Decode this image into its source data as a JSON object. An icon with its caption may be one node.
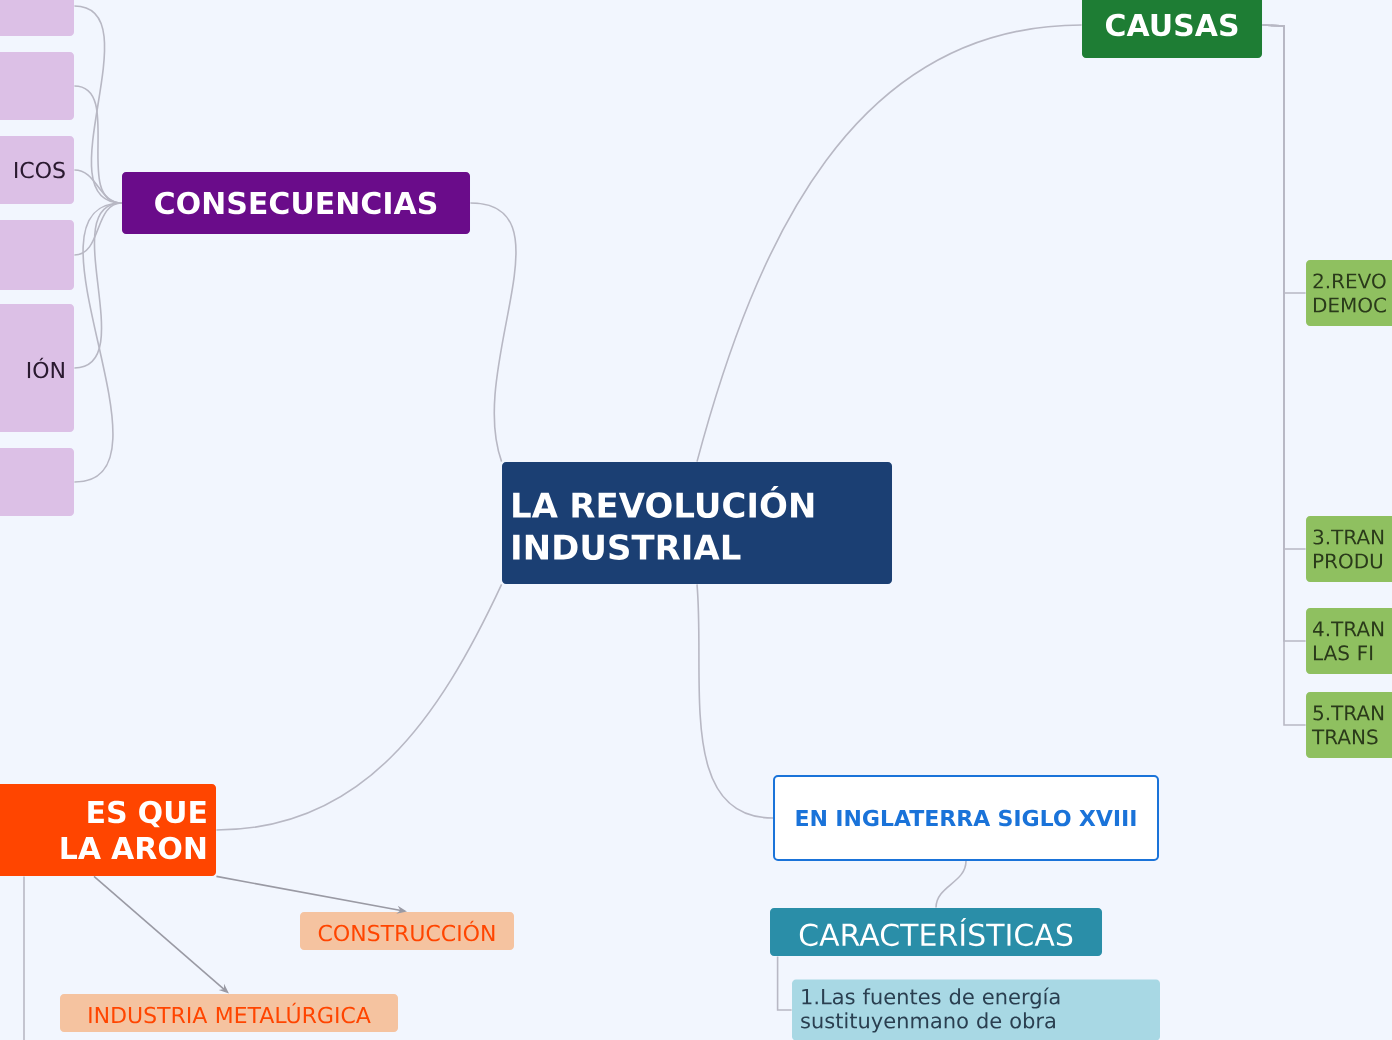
{
  "diagram": {
    "nodes": [
      {
        "text": [
          "CAUSAS"
        ]
      },
      {
        "text": [
          "CONSECUENCIAS"
        ]
      },
      {
        "text": [],
        "shape": "box"
      },
      {
        "text": [],
        "shape": "box"
      },
      {
        "text": [
          "ICOS"
        ]
      },
      {
        "text": [],
        "shape": "box"
      },
      {
        "text": [
          "IÓN"
        ]
      },
      {
        "text": [],
        "shape": "box"
      },
      {
        "text": [
          "2.REVO DEMOC"
        ]
      },
      {
        "text": [
          "LA REVOLUCIÓN INDUSTRIAL"
        ]
      },
      {
        "text": [
          "3.TRAN PRODU"
        ]
      },
      {
        "text": [
          "4.TRAN LAS FI"
        ]
      },
      {
        "text": [
          "5.TRAN TRANS"
        ]
      },
      {
        "text": [
          "EN INGLATERRA SIGLO XVIII"
        ]
      },
      {
        "text": [
          "ES QUE LA ARON"
        ]
      },
      {
        "text": [
          "CARACTERÍSTICAS"
        ]
      },
      {
        "text": [
          "CONSTRUCCIÓN"
        ]
      },
      {
        "text": [
          "1.Las fuentes de energía sustituyenmano de obra"
        ]
      },
      {
        "text": [
          "INDUSTRIA METALÚRGICA"
        ]
      }
    ],
    "edges": [
      {
        "from": 9,
        "to": 1,
        "arrow": "none"
      },
      {
        "from": 9,
        "to": 0,
        "arrow": "none"
      },
      {
        "from": 9,
        "to": 14,
        "arrow": "none"
      },
      {
        "from": 9,
        "to": 13,
        "arrow": "none"
      },
      {
        "from": 13,
        "to": 15,
        "arrow": "none"
      },
      {
        "from": 1,
        "to": 2,
        "arrow": "none"
      },
      {
        "from": 1,
        "to": 3,
        "arrow": "none"
      },
      {
        "from": 1,
        "to": 4,
        "arrow": "none"
      },
      {
        "from": 1,
        "to": 5,
        "arrow": "none"
      },
      {
        "from": 1,
        "to": 6,
        "arrow": "none"
      },
      {
        "from": 1,
        "to": 7,
        "arrow": "none"
      },
      {
        "from": 0,
        "to": 8,
        "arrow": "none"
      },
      {
        "from": 0,
        "to": 10,
        "arrow": "none"
      },
      {
        "from": 0,
        "to": 11,
        "arrow": "none"
      },
      {
        "from": 0,
        "to": 12,
        "arrow": "none"
      },
      {
        "from": 14,
        "to": 16,
        "arrow": "to"
      },
      {
        "from": 14,
        "to": 18,
        "arrow": "to"
      },
      {
        "from": 14,
        "to": null,
        "arrow": "none"
      },
      {
        "from": 15,
        "to": 17,
        "arrow": "none"
      }
    ]
  }
}
